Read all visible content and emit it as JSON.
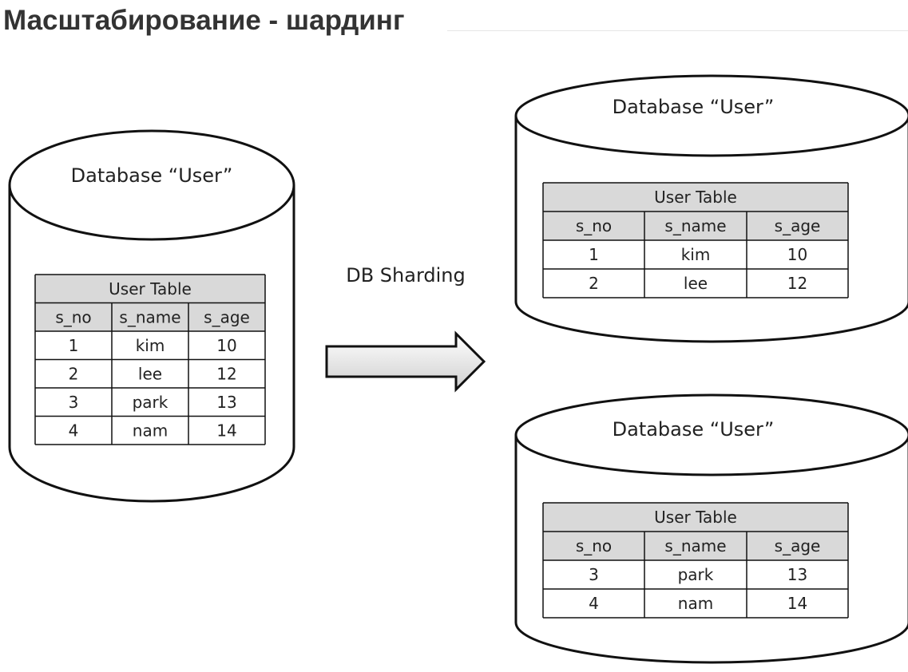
{
  "title": "Масштабирование - шардинг",
  "arrow_label": "DB Sharding",
  "source_db": {
    "label": "Database “User”",
    "table": {
      "caption": "User Table",
      "columns": [
        "s_no",
        "s_name",
        "s_age"
      ],
      "rows": [
        [
          "1",
          "kim",
          "10"
        ],
        [
          "2",
          "lee",
          "12"
        ],
        [
          "3",
          "park",
          "13"
        ],
        [
          "4",
          "nam",
          "14"
        ]
      ]
    }
  },
  "shards": [
    {
      "label": "Database “User”",
      "table": {
        "caption": "User Table",
        "columns": [
          "s_no",
          "s_name",
          "s_age"
        ],
        "rows": [
          [
            "1",
            "kim",
            "10"
          ],
          [
            "2",
            "lee",
            "12"
          ]
        ]
      }
    },
    {
      "label": "Database “User”",
      "table": {
        "caption": "User Table",
        "columns": [
          "s_no",
          "s_name",
          "s_age"
        ],
        "rows": [
          [
            "3",
            "park",
            "13"
          ],
          [
            "4",
            "nam",
            "14"
          ]
        ]
      }
    }
  ],
  "colors": {
    "stroke": "#111111",
    "header_fill": "#d9d9d9",
    "arrow_fill_light": "#ffffff",
    "arrow_fill_dark": "#cfcfcf"
  }
}
